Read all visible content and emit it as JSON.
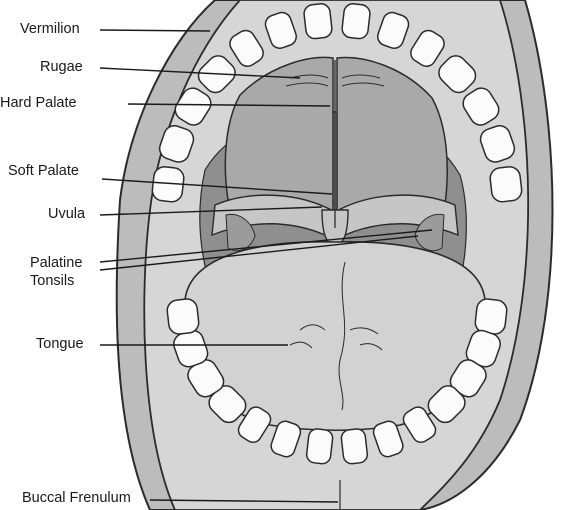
{
  "labels": {
    "vermilion": "Vermilion",
    "rugae": "Rugae",
    "hard_palate": "Hard Palate",
    "soft_palate": "Soft Palate",
    "uvula": "Uvula",
    "palatine_tonsils_line1": "Palatine",
    "palatine_tonsils_line2": "Tonsils",
    "tongue": "Tongue",
    "buccal_frenulum": "Buccal Frenulum"
  },
  "colors": {
    "lip": "#bcbcbc",
    "oral_cavity": "#d6d6d6",
    "palate": "#a9a9a9",
    "soft_palate": "#c6c6c6",
    "throat": "#8f8f8f",
    "tongue": "#d2d2d2",
    "teeth": "#fbfbfb",
    "outline": "#2b2b2b"
  }
}
